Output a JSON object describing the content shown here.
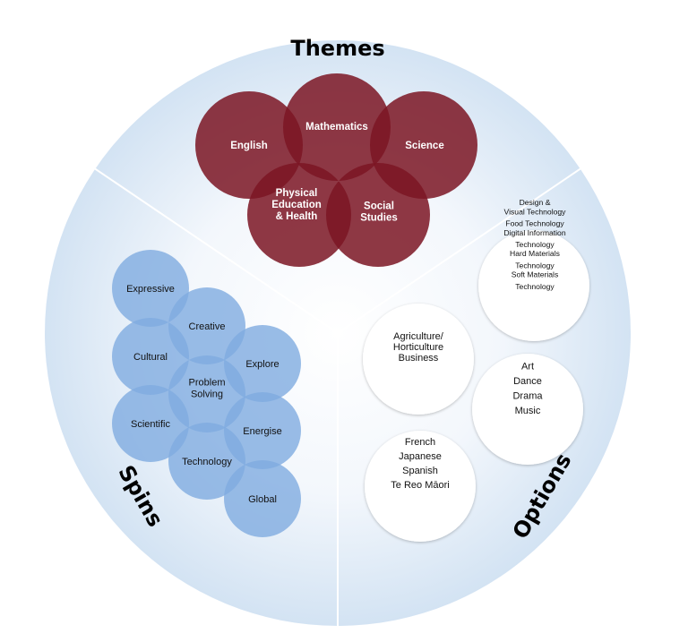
{
  "sections": {
    "themes": "Themes",
    "spins": "Spins",
    "options": "Options"
  },
  "themes": {
    "english": [
      "English"
    ],
    "mathematics": [
      "Mathematics"
    ],
    "science": [
      "Science"
    ],
    "pe_health": [
      "Physical",
      "Education",
      "& Health"
    ],
    "social_studies": [
      "Social",
      "Studies"
    ]
  },
  "spins": {
    "expressive": [
      "Expressive"
    ],
    "creative": [
      "Creative"
    ],
    "cultural": [
      "Cultural"
    ],
    "explore": [
      "Explore"
    ],
    "problem_solving": [
      "Problem",
      "Solving"
    ],
    "scientific": [
      "Scientific"
    ],
    "energise": [
      "Energise"
    ],
    "technology": [
      "Technology"
    ],
    "global": [
      "Global"
    ]
  },
  "options": {
    "technology_group": [
      "Design &",
      "Visual Technology",
      "Food Technology",
      "Digital Information",
      "Technology",
      "Hard Materials",
      "Technology",
      "Soft Materials",
      "Technology"
    ],
    "agri_business": [
      "Agriculture/",
      "Horticulture",
      "Business"
    ],
    "arts": [
      "Art",
      "Dance",
      "Drama",
      "Music"
    ],
    "languages": [
      "French",
      "Japanese",
      "Spanish",
      "Te Reo Māori"
    ]
  },
  "colors": {
    "background_disc": "#d9e7f5",
    "theme_circle": "#7b1523",
    "spin_circle": "#8fb6e4",
    "option_circle": "#ffffff"
  }
}
